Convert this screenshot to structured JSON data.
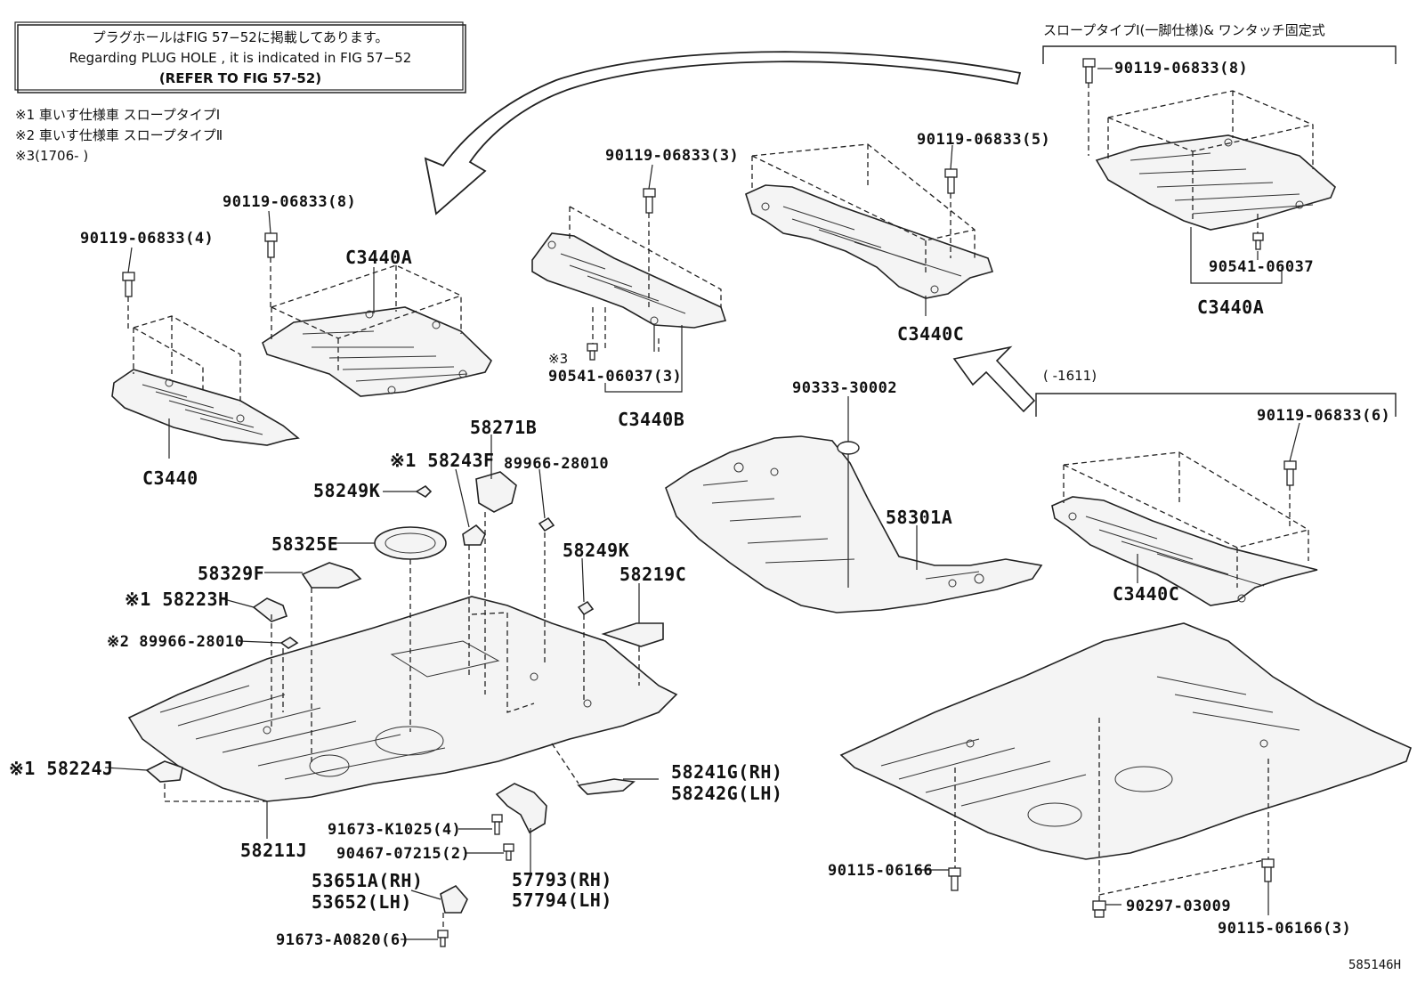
{
  "notice_box": {
    "line1": "プラグホールはFIG 57−52に掲載してあります。",
    "line2": "Regarding PLUG HOLE , it is indicated in FIG 57−52",
    "line3": "(REFER TO FIG 57-52)"
  },
  "footnotes": {
    "note1": "※1 車いす仕様車 スロープタイプⅠ",
    "note2": "※2 車いす仕様車 スロープタイプⅡ",
    "note3": "※3(1706-    )"
  },
  "variant_headers": {
    "slope_type1": "スロープタイプⅠ(一脚仕様)& ワンタッチ固定式",
    "date_range": "(    -1611)"
  },
  "labels": {
    "p_90119_8_left": "90119-06833(8)",
    "p_90119_4": "90119-06833(4)",
    "p_c3440a_left": "C3440A",
    "p_c3440": "C3440",
    "p_90119_3": "90119-06833(3)",
    "p_note3_mark": "※3",
    "p_90541_3": "90541-06037(3)",
    "p_c3440b": "C3440B",
    "p_90119_5": "90119-06833(5)",
    "p_c3440c_mid": "C3440C",
    "p_90119_8_right": "90119-06833(8)",
    "p_90541_right": "90541-06037",
    "p_c3440a_right": "C3440A",
    "p_90333": "90333-30002",
    "p_58301a": "58301A",
    "p_90119_6": "90119-06833(6)",
    "p_c3440c_right": "C3440C",
    "p_58271b": "58271B",
    "p_58243f": "※1 58243F",
    "p_89966_top": "89966-28010",
    "p_58249k_a": "58249K",
    "p_58325e": "58325E",
    "p_58249k_b": "58249K",
    "p_58329f": "58329F",
    "p_58219c": "58219C",
    "p_58223h": "※1 58223H",
    "p_89966_left": "※2 89966-28010",
    "p_58224j": "※1 58224J",
    "p_58211j": "58211J",
    "p_58241g": "58241G(RH)",
    "p_58242g": "58242G(LH)",
    "p_91673_k": "91673-K1025(4)",
    "p_90467": "90467-07215(2)",
    "p_57793": "57793(RH)",
    "p_57794": "57794(LH)",
    "p_53651a": "53651A(RH)",
    "p_53652": "53652(LH)",
    "p_91673_a": "91673-A0820(6)",
    "p_90115": "90115-06166",
    "p_90297": "90297-03009",
    "p_90115_3": "90115-06166(3)",
    "figure_id": "585146H"
  }
}
